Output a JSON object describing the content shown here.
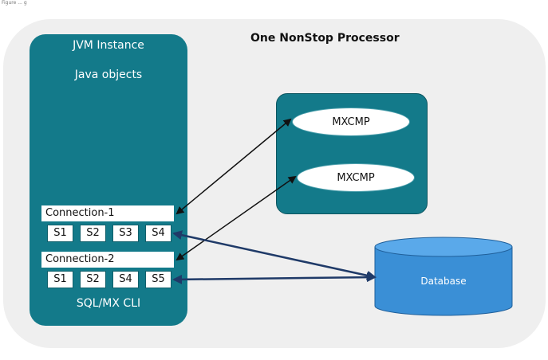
{
  "figure": {
    "caption": "Figure   ...      g"
  },
  "processor": {
    "title": "One NonStop Processor"
  },
  "jvm": {
    "title": "JVM Instance",
    "subtitle": "Java objects",
    "footer": "SQL/MX CLI"
  },
  "connections": [
    {
      "label": "Connection-1",
      "statements": [
        "S1",
        "S2",
        "S3",
        "S4"
      ]
    },
    {
      "label": "Connection-2",
      "statements": [
        "S1",
        "S2",
        "S4",
        "S5"
      ]
    }
  ],
  "compilers": [
    {
      "label": "MXCMP"
    },
    {
      "label": "MXCMP"
    }
  ],
  "database": {
    "label": "Database"
  },
  "colors": {
    "teal": "#137a8a",
    "database_blue": "#3a8fd6",
    "arrow_navy": "#1f3a68",
    "processor_bg": "#efefef"
  }
}
